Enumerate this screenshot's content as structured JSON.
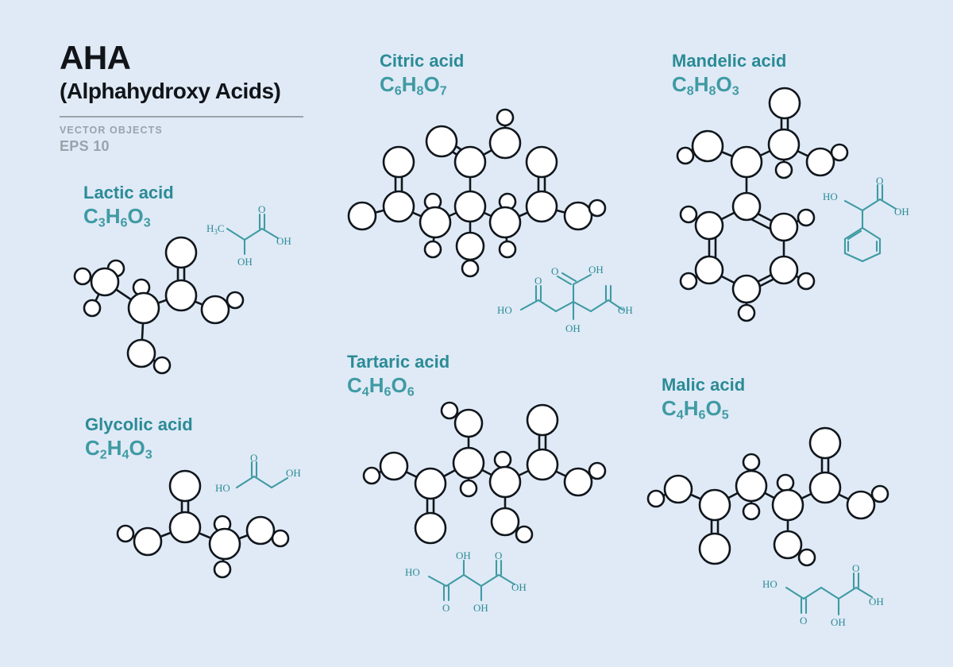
{
  "poster": {
    "background_color": "#dfeaf6",
    "title": "AHA",
    "subtitle": "(Alphahydroxy Acids)",
    "vector_objects_label": "VECTOR OBJECTS",
    "eps_label": "EPS 10",
    "title_color": "#111418",
    "meta_color": "#9aa2ab",
    "accent_color": "#2b8b96",
    "formula_color": "#3f9aa3"
  },
  "molecules": [
    {
      "id": "lactic",
      "name": "Lactic acid",
      "formula_text": "C3H6O3",
      "formula_parts": [
        {
          "el": "C",
          "n": "3"
        },
        {
          "el": "H",
          "n": "6"
        },
        {
          "el": "O",
          "n": "3"
        }
      ],
      "skeletal_labels": [
        "H3C",
        "O",
        "OH",
        "OH"
      ]
    },
    {
      "id": "glycolic",
      "name": "Glycolic acid",
      "formula_text": "C2H4O3",
      "formula_parts": [
        {
          "el": "C",
          "n": "2"
        },
        {
          "el": "H",
          "n": "4"
        },
        {
          "el": "O",
          "n": "3"
        }
      ],
      "skeletal_labels": [
        "HO",
        "O",
        "OH"
      ]
    },
    {
      "id": "citric",
      "name": "Citric acid",
      "formula_text": "C6H8O7",
      "formula_parts": [
        {
          "el": "C",
          "n": "6"
        },
        {
          "el": "H",
          "n": "8"
        },
        {
          "el": "O",
          "n": "7"
        }
      ],
      "skeletal_labels": [
        "HO",
        "O",
        "O",
        "OH",
        "OH",
        "OH"
      ]
    },
    {
      "id": "tartaric",
      "name": "Tartaric acid",
      "formula_text": "C4H6O6",
      "formula_parts": [
        {
          "el": "C",
          "n": "4"
        },
        {
          "el": "H",
          "n": "6"
        },
        {
          "el": "O",
          "n": "6"
        }
      ],
      "skeletal_labels": [
        "HO",
        "O",
        "OH",
        "OH",
        "O",
        "OH"
      ]
    },
    {
      "id": "mandelic",
      "name": "Mandelic acid",
      "formula_text": "C8H8O3",
      "formula_parts": [
        {
          "el": "C",
          "n": "8"
        },
        {
          "el": "H",
          "n": "8"
        },
        {
          "el": "O",
          "n": "3"
        }
      ],
      "skeletal_labels": [
        "HO",
        "O",
        "OH"
      ]
    },
    {
      "id": "malic",
      "name": "Malic acid",
      "formula_text": "C4H6O5",
      "formula_parts": [
        {
          "el": "C",
          "n": "4"
        },
        {
          "el": "H",
          "n": "6"
        },
        {
          "el": "O",
          "n": "5"
        }
      ],
      "skeletal_labels": [
        "HO",
        "O",
        "O",
        "OH",
        "OH"
      ]
    }
  ],
  "skeletal_text": {
    "lactic": {
      "h3c": "H",
      "h3c_sub": "3",
      "h3c_tail": "C",
      "o_top": "O",
      "oh_right": "OH",
      "oh_bottom": "OH"
    },
    "glycolic": {
      "ho": "HO",
      "o_top": "O",
      "oh_right": "OH"
    },
    "citric": {
      "ho": "HO",
      "o_left": "O",
      "o_mid": "O",
      "oh_top": "OH",
      "oh_right": "OH",
      "oh_bottom": "OH"
    },
    "tartaric": {
      "ho": "HO",
      "o_bottom_left": "O",
      "oh_top": "OH",
      "oh_bottom": "OH",
      "o_top_right": "O",
      "oh_right": "OH"
    },
    "mandelic": {
      "ho": "HO",
      "o_top": "O",
      "oh_right": "OH"
    },
    "malic": {
      "ho": "HO",
      "o_bottom_left": "O",
      "o_top_right": "O",
      "oh_right": "OH",
      "oh_bottom": "OH"
    }
  }
}
